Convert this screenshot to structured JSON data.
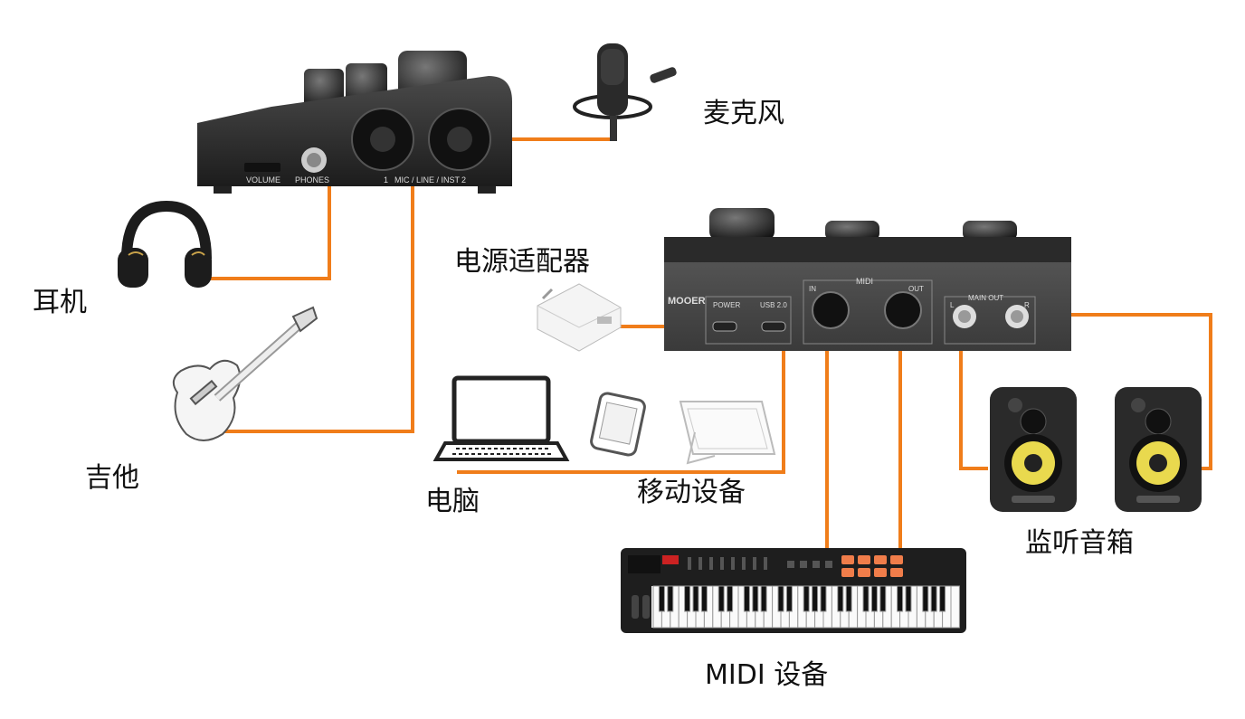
{
  "labels": {
    "microphone": "麦克风",
    "headphones": "耳机",
    "guitar": "吉他",
    "power_adapter": "电源适配器",
    "computer": "电脑",
    "mobile_devices": "移动设备",
    "monitor_speakers": "监听音箱",
    "midi_device": "MIDI 设备"
  },
  "front_panel": {
    "volume": "VOLUME",
    "phones": "PHONES",
    "input_1": "1",
    "input_label": "MIC / LINE / INST",
    "input_2": "2"
  },
  "rear_panel": {
    "brand": "MOOER",
    "power": "POWER",
    "usb": "USB 2.0",
    "midi": "MIDI",
    "midi_in": "IN",
    "midi_out": "OUT",
    "main_out": "MAIN OUT",
    "main_out_l": "L",
    "main_out_r": "R"
  },
  "colors": {
    "cable": "#f07d1a",
    "device_body": "#2b2b2b",
    "panel_text": "#dddddd"
  }
}
